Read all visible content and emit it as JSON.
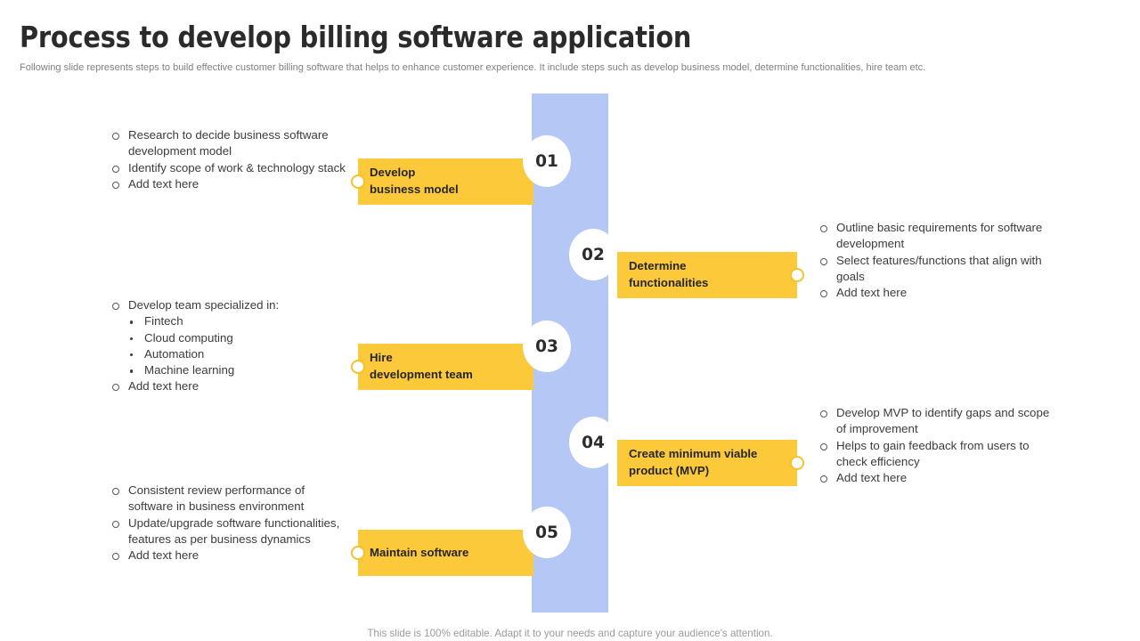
{
  "header": {
    "title": "Process to develop billing software application",
    "subtitle": "Following slide represents steps to build effective customer billing software that helps to enhance customer experience. It include steps such as develop business model, determine functionalities, hire team etc."
  },
  "colors": {
    "accent_yellow": "#fcc93a",
    "column_blue": "#b5c7f4",
    "title_gray": "#2b2b2b",
    "body_gray": "#3c3c3c",
    "subtitle_gray": "#808080",
    "knob_ring": "#f5c12e"
  },
  "steps": [
    {
      "number": "01",
      "label": "Develop\nbusiness model",
      "side": "left"
    },
    {
      "number": "02",
      "label": "Determine\nfunctionalities",
      "side": "right"
    },
    {
      "number": "03",
      "label": "Hire\ndevelopment team",
      "side": "left"
    },
    {
      "number": "04",
      "label": "Create minimum viable\nproduct (MVP)",
      "side": "right"
    },
    {
      "number": "05",
      "label": "Maintain software",
      "side": "left"
    }
  ],
  "bullet_groups": [
    {
      "id": "group-1",
      "items": [
        "Research to decide business software development model",
        "Identify scope of work & technology stack",
        "Add text here"
      ]
    },
    {
      "id": "group-2",
      "items": [
        "Outline basic requirements for software development",
        "Select features/functions that align with goals",
        "Add text here"
      ]
    },
    {
      "id": "group-3",
      "lead": "Develop team specialized in:",
      "sub_items": [
        "Fintech",
        "Cloud computing",
        "Automation",
        "Machine learning"
      ],
      "items": [
        "Add text here"
      ]
    },
    {
      "id": "group-4",
      "items": [
        "Develop MVP to identify gaps and scope of improvement",
        "Helps to gain feedback from users to check efficiency",
        "Add text here"
      ]
    },
    {
      "id": "group-5",
      "items": [
        "Consistent review performance of software in business environment",
        "Update/upgrade software functionalities, features as per business dynamics",
        "Add text here"
      ]
    }
  ],
  "footer": {
    "note": "This slide is 100% editable. Adapt it to your needs and capture your audience's attention."
  }
}
